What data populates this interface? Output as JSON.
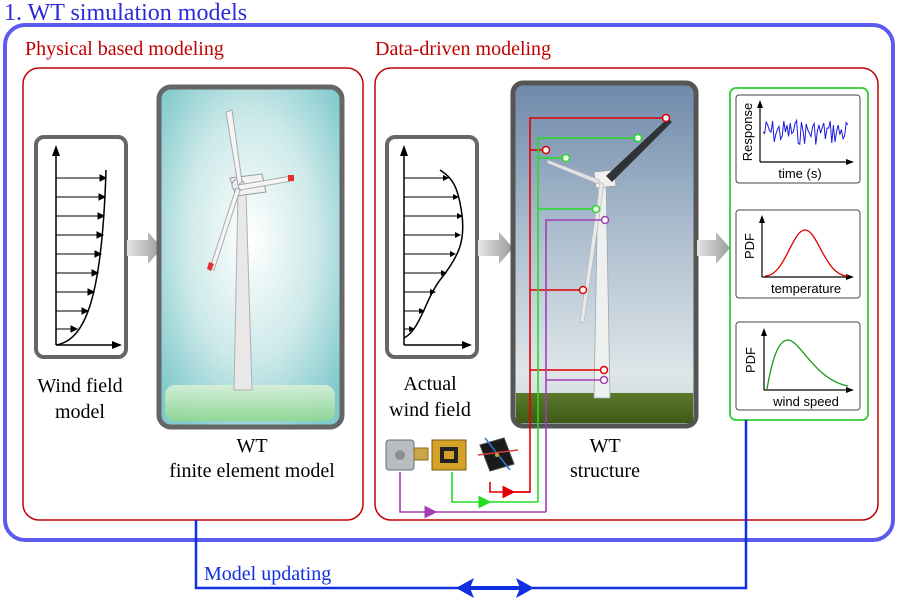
{
  "title": "1. WT simulation models",
  "physical": {
    "heading": "Physical based modeling",
    "wind_label_1": "Wind field",
    "wind_label_2": "model",
    "model_label_1": "WT",
    "model_label_2": "finite element model"
  },
  "datadriven": {
    "heading": "Data-driven modeling",
    "wind_label_1": "Actual",
    "wind_label_2": "wind field",
    "structure_label_1": "WT",
    "structure_label_2": "structure"
  },
  "plots": {
    "response": {
      "ylabel": "Response",
      "xlabel": "time (s)"
    },
    "temperature": {
      "ylabel": "PDF",
      "xlabel": "temperature"
    },
    "windspeed": {
      "ylabel": "PDF",
      "xlabel": "wind speed"
    }
  },
  "updating_label": "Model updating",
  "colors": {
    "outer_frame": "#5b5bf0",
    "title_blue": "#2b2bd9",
    "section_red": "#c00000",
    "update_line": "#1030e0",
    "sensor_red": "#e00000",
    "sensor_green": "#22dd22",
    "sensor_purple": "#a040b0",
    "plot_frame_green": "#33cc33"
  },
  "icons": [
    "accelerometer-icon",
    "strain-gauge-icon",
    "temperature-sensor-icon",
    "arrow-icon",
    "wind-turbine-icon"
  ]
}
